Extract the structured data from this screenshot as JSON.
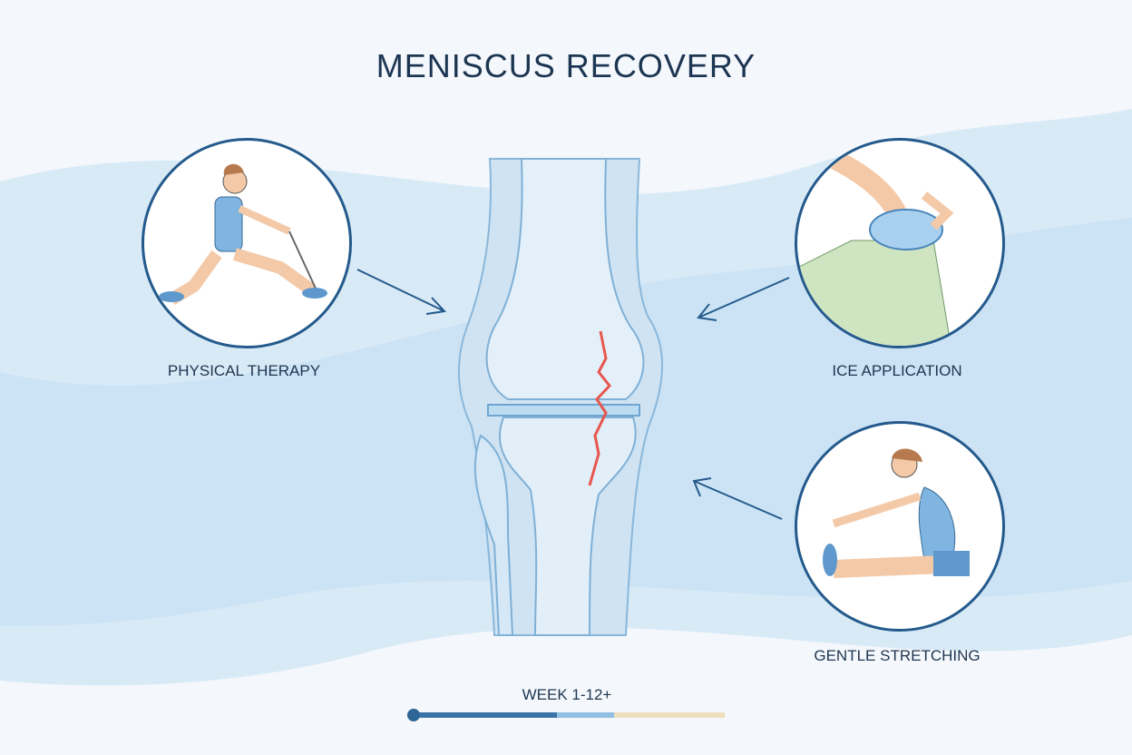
{
  "title": "MENISCUS RECOVERY",
  "panels": [
    {
      "label": "PHYSICAL THERAPY",
      "icon": "physical-therapy-illustration"
    },
    {
      "label": "ICE APPLICATION",
      "icon": "ice-pack-illustration"
    },
    {
      "label": "GENTLE STRETCHING",
      "icon": "stretching-illustration"
    }
  ],
  "timeline": {
    "label": "WEEK 1-12+",
    "segments": [
      {
        "color": "#3a74a6",
        "fraction": 0.46
      },
      {
        "color": "#92c0e3",
        "fraction": 0.18
      },
      {
        "color": "#eedfbe",
        "fraction": 0.36
      }
    ],
    "progress": 0
  },
  "colors": {
    "accent": "#245a8c",
    "tear": "#e8564d"
  }
}
